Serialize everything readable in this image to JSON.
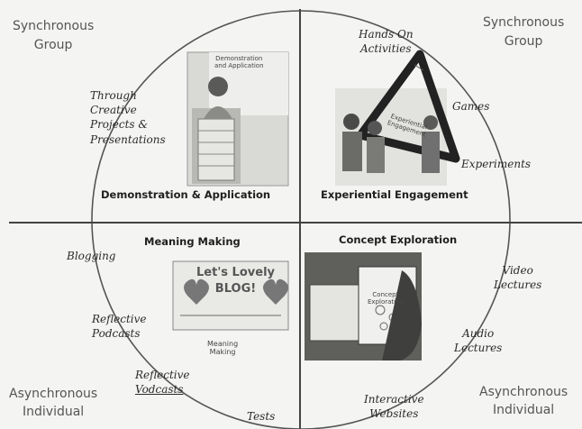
{
  "corners": {
    "top_left": [
      "Synchronous",
      "Group"
    ],
    "top_right": [
      "Synchronous",
      "Group"
    ],
    "bottom_left": [
      "Asynchronous",
      "Individual"
    ],
    "bottom_right": [
      "Asynchronous",
      "Individual"
    ]
  },
  "quadrants": {
    "top_left": "Demonstration & Application",
    "top_right": "Experiential Engagement",
    "bottom_left": "Meaning Making",
    "bottom_right": "Concept Exploration"
  },
  "activities": {
    "through_creative": [
      "Through",
      "Creative",
      "Projects &",
      "Presentations"
    ],
    "hands_on": [
      "Hands On",
      "Activities"
    ],
    "games": "Games",
    "experiments": "Experiments",
    "blogging": "Blogging",
    "reflective_podcasts": [
      "Reflective",
      "Podcasts"
    ],
    "reflective_vodcasts": [
      "Reflective",
      "Vodcasts"
    ],
    "tests": "Tests",
    "video_lectures": [
      "Video",
      "Lectures"
    ],
    "audio_lectures": [
      "Audio",
      "Lectures"
    ],
    "interactive_websites": [
      "Interactive",
      "Websites"
    ]
  },
  "photo_captions": {
    "demo_app": [
      "Demonstration",
      "and Application"
    ],
    "experiential": [
      "Experiential",
      "Engagement"
    ],
    "blog_sign": [
      "Let's Lovely",
      "BLOG!"
    ],
    "meaning_making": [
      "Meaning",
      "Making"
    ],
    "concept_exploration": [
      "Concept",
      "Exploration"
    ]
  }
}
